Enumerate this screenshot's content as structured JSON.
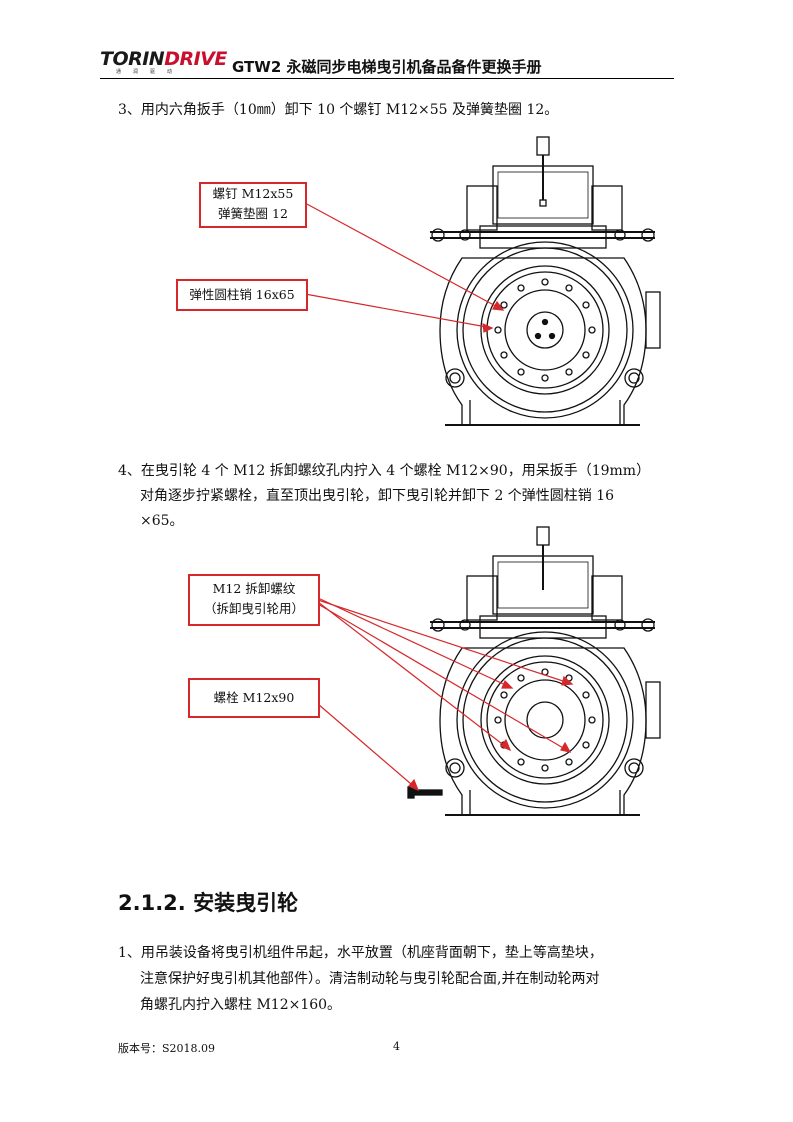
{
  "header": {
    "logo_main": "TORIN",
    "logo_accent": "DRIVE",
    "logo_sub": "通润驱动",
    "title": "GTW2 永磁同步电梯曳引机备品备件更换手册"
  },
  "step3": {
    "text": "3、用内六角扳手（10㎜）卸下 10 个螺钉 M12×55 及弹簧垫圈 12。"
  },
  "figure1": {
    "callout_screw_line1": "螺钉 M12x55",
    "callout_screw_line2": "弹簧垫圈 12",
    "callout_pin": "弹性圆柱销 16x65"
  },
  "step4": {
    "line1": "4、在曳引轮 4 个 M12 拆卸螺纹孔内拧入 4 个螺栓 M12×90，用呆扳手（19mm）",
    "line2": "对角逐步拧紧螺栓，直至顶出曳引轮，卸下曳引轮并卸下 2 个弹性圆柱销 16",
    "line3": "×65。"
  },
  "figure2": {
    "callout_thread_line1": "M12 拆卸螺纹",
    "callout_thread_line2": "（拆卸曳引轮用）",
    "callout_bolt": "螺栓 M12x90"
  },
  "section": {
    "heading": "2.1.2. 安装曳引轮"
  },
  "step1": {
    "line1": "1、用吊装设备将曳引机组件吊起，水平放置（机座背面朝下，垫上等高垫块，",
    "line2": "注意保护好曳引机其他部件）。清洁制动轮与曳引轮配合面,并在制动轮两对",
    "line3": "角螺孔内拧入螺柱 M12×160。"
  },
  "footer": {
    "version": "版本号：S2018.09",
    "page": "4"
  },
  "colors": {
    "callout_border": "#d6282b",
    "logo_red": "#c8102e"
  }
}
